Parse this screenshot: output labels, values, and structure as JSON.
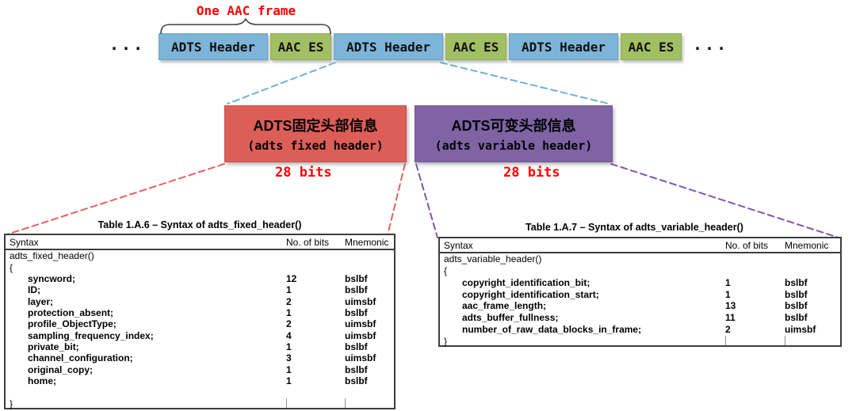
{
  "colors": {
    "accent_red": "#FF0000",
    "box_blue": "#7DB4D9",
    "box_green": "#A1C063",
    "box_red": "#DD5E57",
    "box_purple": "#7F63A5",
    "dash_blue": "#6FB0DA",
    "dash_red": "#E4625F",
    "dash_purple": "#7D58AD"
  },
  "top_row": {
    "ellipsis_left": "...",
    "ellipsis_right": "...",
    "brace_label": "One AAC frame",
    "segments": [
      {
        "label": "ADTS Header",
        "type": "adts"
      },
      {
        "label": "AAC ES",
        "type": "aac"
      },
      {
        "label": "ADTS Header",
        "type": "adts"
      },
      {
        "label": "AAC ES",
        "type": "aac"
      },
      {
        "label": "ADTS Header",
        "type": "adts"
      },
      {
        "label": "AAC ES",
        "type": "aac"
      }
    ]
  },
  "header_boxes": {
    "fixed": {
      "title": "ADTS固定头部信息",
      "subtitle": "(adts fixed header)",
      "bits": "28 bits"
    },
    "variable": {
      "title": "ADTS可变头部信息",
      "subtitle": "(adts variable header)",
      "bits": "28 bits"
    }
  },
  "tables": {
    "fixed": {
      "title": "Table 1.A.6 – Syntax of adts_fixed_header()",
      "columns": [
        "Syntax",
        "No. of bits",
        "Mnemonic"
      ],
      "rows": [
        {
          "syntax": "adts_fixed_header()",
          "bits": "",
          "mnemonic": "",
          "style": "plain"
        },
        {
          "syntax": "{",
          "bits": "",
          "mnemonic": "",
          "style": "plain"
        },
        {
          "syntax": "syncword;",
          "bits": "12",
          "mnemonic": "bslbf",
          "style": "field"
        },
        {
          "syntax": "ID;",
          "bits": "1",
          "mnemonic": "bslbf",
          "style": "field"
        },
        {
          "syntax": "layer;",
          "bits": "2",
          "mnemonic": "uimsbf",
          "style": "field"
        },
        {
          "syntax": "protection_absent;",
          "bits": "1",
          "mnemonic": "bslbf",
          "style": "field"
        },
        {
          "syntax": "profile_ObjectType;",
          "bits": "2",
          "mnemonic": "uimsbf",
          "style": "field"
        },
        {
          "syntax": "sampling_frequency_index;",
          "bits": "4",
          "mnemonic": "uimsbf",
          "style": "field"
        },
        {
          "syntax": "private_bit;",
          "bits": "1",
          "mnemonic": "bslbf",
          "style": "field"
        },
        {
          "syntax": "channel_configuration;",
          "bits": "3",
          "mnemonic": "uimsbf",
          "style": "field"
        },
        {
          "syntax": "original_copy;",
          "bits": "1",
          "mnemonic": "bslbf",
          "style": "field"
        },
        {
          "syntax": "home;",
          "bits": "1",
          "mnemonic": "bslbf",
          "style": "field"
        },
        {
          "syntax": "",
          "bits": "",
          "mnemonic": "",
          "style": "plain"
        },
        {
          "syntax": "}",
          "bits": "",
          "mnemonic": "",
          "style": "plain"
        }
      ]
    },
    "variable": {
      "title": "Table 1.A.7 – Syntax of adts_variable_header()",
      "columns": [
        "Syntax",
        "No. of bits",
        "Mnemonic"
      ],
      "rows": [
        {
          "syntax": "adts_variable_header()",
          "bits": "",
          "mnemonic": "",
          "style": "plain"
        },
        {
          "syntax": "{",
          "bits": "",
          "mnemonic": "",
          "style": "plain"
        },
        {
          "syntax": "copyright_identification_bit;",
          "bits": "1",
          "mnemonic": "bslbf",
          "style": "field"
        },
        {
          "syntax": "copyright_identification_start;",
          "bits": "1",
          "mnemonic": "bslbf",
          "style": "field"
        },
        {
          "syntax": "aac_frame_length;",
          "bits": "13",
          "mnemonic": "bslbf",
          "style": "field"
        },
        {
          "syntax": "adts_buffer_fullness;",
          "bits": "11",
          "mnemonic": "bslbf",
          "style": "field"
        },
        {
          "syntax": "number_of_raw_data_blocks_in_frame;",
          "bits": "2",
          "mnemonic": "uimsbf",
          "style": "field"
        },
        {
          "syntax": "}",
          "bits": "",
          "mnemonic": "",
          "style": "plain"
        }
      ]
    }
  }
}
